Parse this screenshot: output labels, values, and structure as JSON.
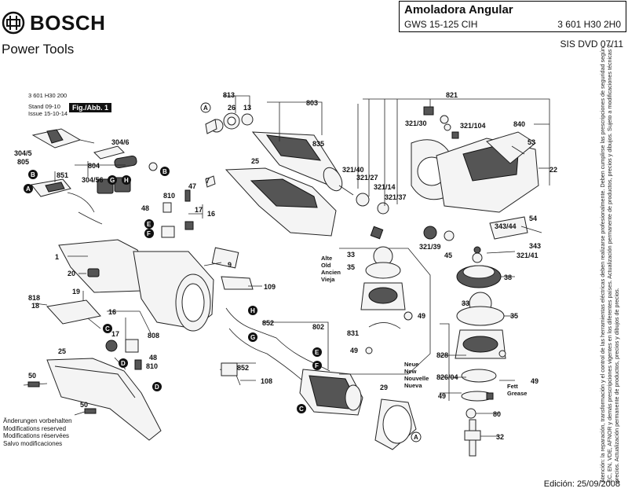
{
  "header": {
    "brand": "BOSCH",
    "subtitle": "Power Tools",
    "title": "Amoladora Angular",
    "model": "GWS 15-125 CIH",
    "part_number": "3 601 H30 2H0",
    "sis": "SIS DVD 07/11"
  },
  "meta": {
    "code": "3 601 H30 200",
    "stand": "Stand  09-10",
    "issue": "Issue  15-10-14",
    "fig": "Fig./Abb. 1"
  },
  "parts": {
    "p304_5": "304/5",
    "p805": "805",
    "p304_6": "304/6",
    "p804": "804",
    "p851": "851",
    "p304_56": "304/56",
    "p810": "810",
    "p47": "47",
    "p48": "48",
    "p7": "7",
    "p17": "17",
    "p16": "16",
    "p1": "1",
    "p9": "9",
    "p20": "20",
    "p109": "109",
    "p19": "19",
    "p818": "818",
    "p18": "18",
    "p808": "808",
    "p16b": "16",
    "p17b": "17",
    "p48b": "48",
    "p810b": "810",
    "p852": "852",
    "p852b": "852",
    "p802": "802",
    "p25": "25",
    "p25b": "25",
    "p50": "50",
    "p50b": "50",
    "p108": "108",
    "p29": "29",
    "p813": "813",
    "p26": "26",
    "p13": "13",
    "p803": "803",
    "p835": "835",
    "p821": "821",
    "p321_30": "321/30",
    "p321_104": "321/104",
    "p840": "840",
    "p53": "53",
    "p22": "22",
    "p321_40": "321/40",
    "p321_27": "321/27",
    "p321_14": "321/14",
    "p321_37": "321/37",
    "p54": "54",
    "p343_44": "343/44",
    "p343": "343",
    "p321_41": "321/41",
    "p321_39": "321/39",
    "p45": "45",
    "p38": "38",
    "p33": "33",
    "p35": "35",
    "p49": "49",
    "p831": "831",
    "p49b": "49",
    "p33b": "33",
    "p35b": "35",
    "p828": "828",
    "p826_04": "826/04",
    "p49c": "49",
    "p49d": "49",
    "p80": "80",
    "p32": "32"
  },
  "callouts": {
    "A": "A",
    "B": "B",
    "C": "C",
    "D": "D",
    "E": "E",
    "F": "F",
    "G": "G",
    "H": "H"
  },
  "variant_labels": {
    "old": "Alte\nOld\nAncien\nVieja",
    "new": "Neue\nNew\nNouvelle\nNueva",
    "grease": "Fett\nGrease"
  },
  "footer": {
    "modifications": "Änderungen vorbehalten\nModifications reserved\nModifications réservées\nSalvo modificaciones",
    "edition": "Edición: 25/09/2008",
    "disclaimer": "Atención: la reparación, transformación y el control de las herramientas eléctricas deben realizarse profesionalmente. Deben cumplirse las prescripciones de seguridad según EC, EN, VDE, AFNOR y demás prescripciones vigentes en los diferentes países. Actualización permanente de productos, precios y dibujos. Sujeto a modificaciones técnicas y precios. Actualización permanente de productos, precios y dibujos de precios."
  },
  "colors": {
    "ink": "#111111",
    "part_fill": "#f4f4f4",
    "dark_fill": "#555555"
  }
}
